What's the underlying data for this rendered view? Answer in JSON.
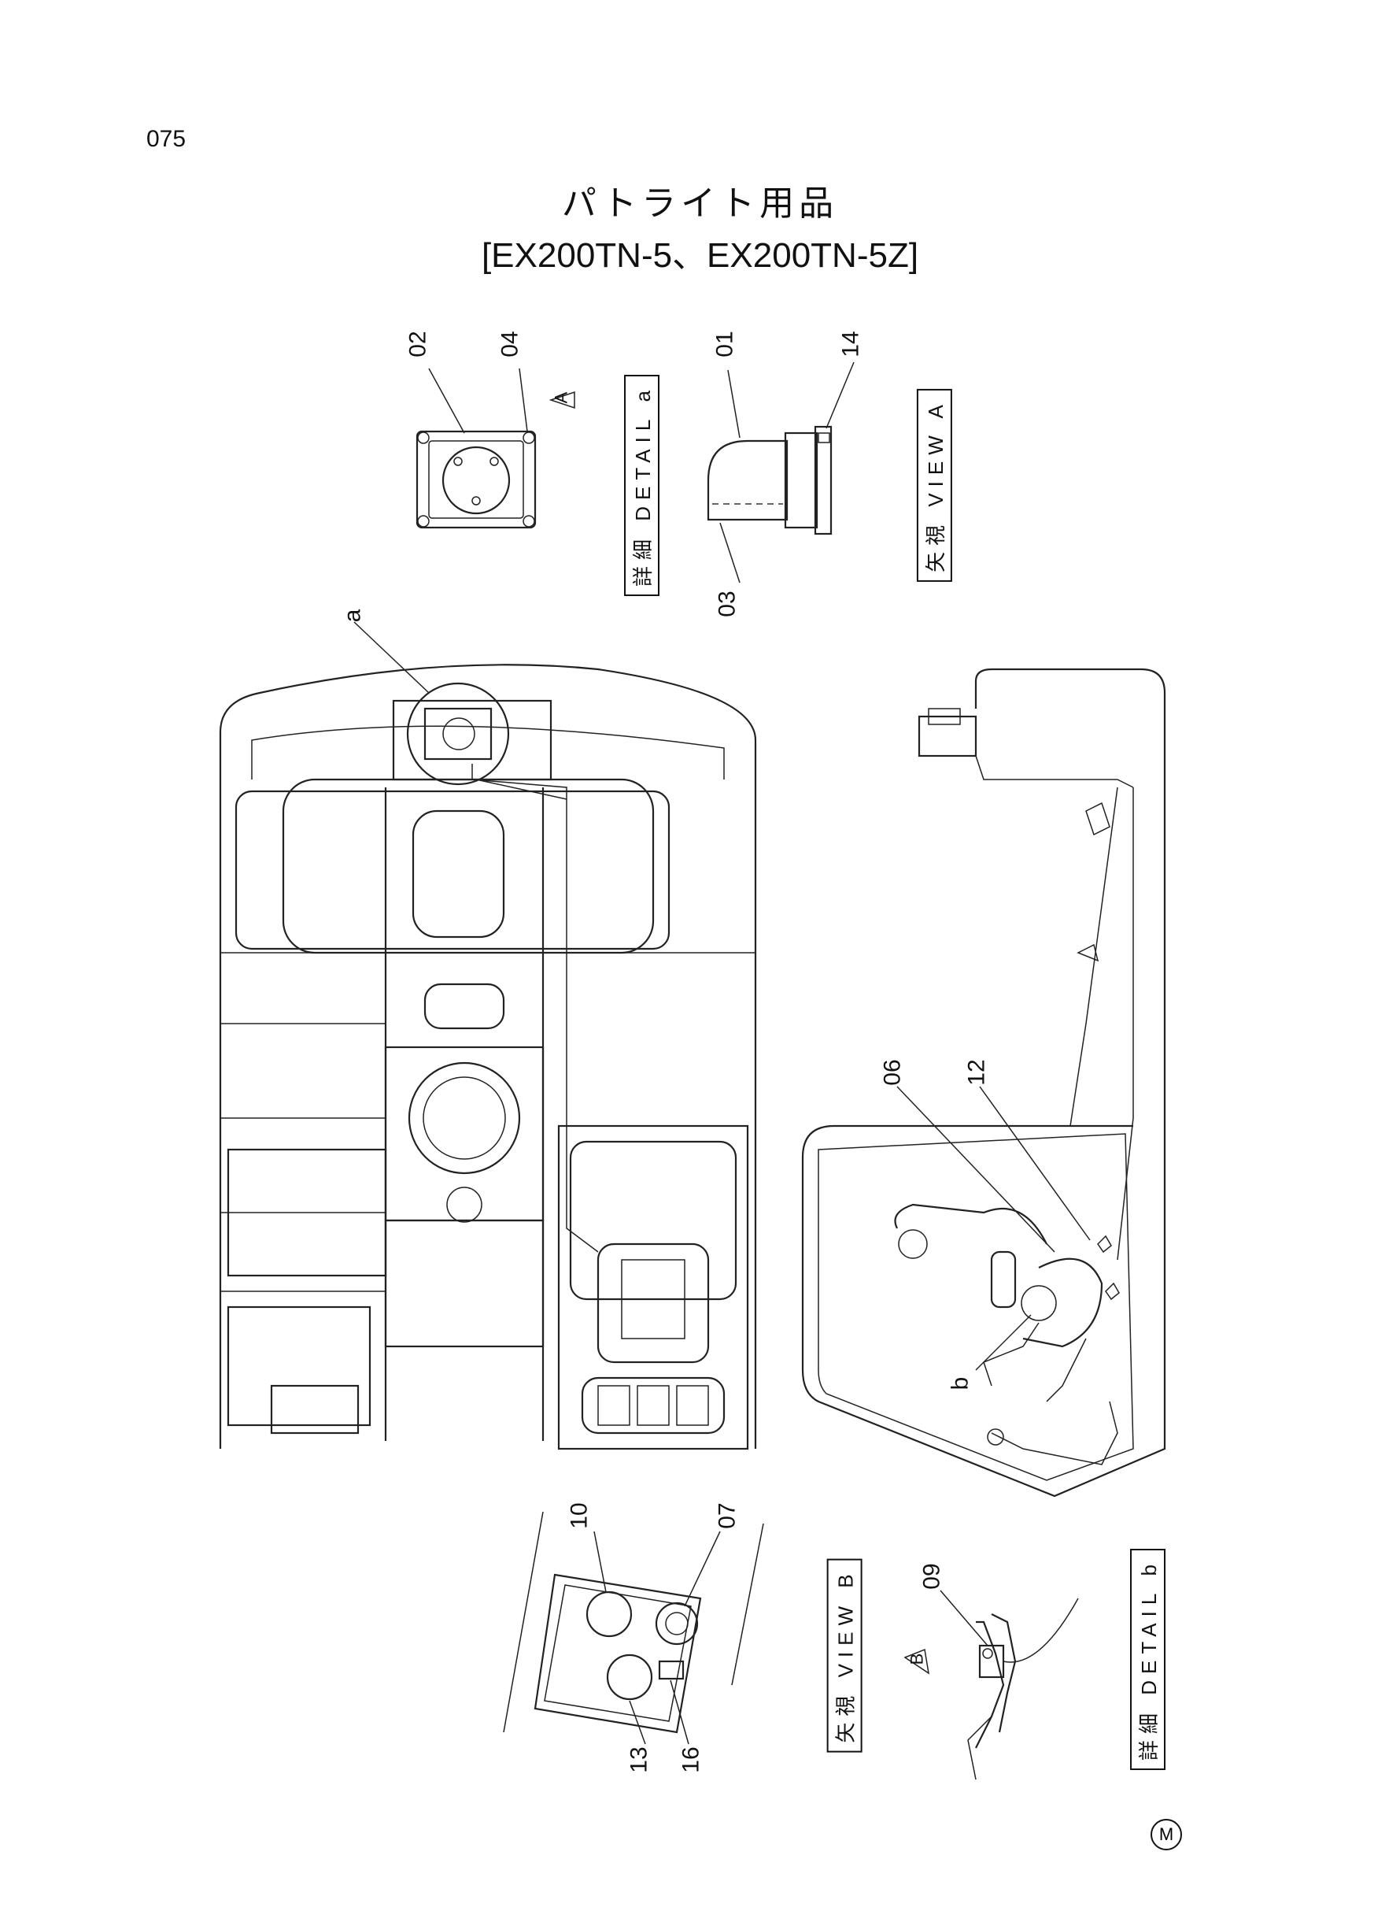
{
  "page_number": "075",
  "title": {
    "jp": "パトライト用品",
    "models": "[EX200TN-5、EX200TN-5Z]"
  },
  "callouts": {
    "c01": "01",
    "c02": "02",
    "c03": "03",
    "c04": "04",
    "c06": "06",
    "c07": "07",
    "c09": "09",
    "c10": "10",
    "c12": "12",
    "c13": "13",
    "c14": "14",
    "c16": "16",
    "a": "a",
    "b": "b"
  },
  "labels": {
    "detail_a": "詳細 DETAIL a",
    "view_a": "矢視 VIEW A",
    "view_b": "矢視 VIEW B",
    "detail_b": "詳細 DETAIL b",
    "arrow_a": "A",
    "arrow_b": "B",
    "mark": "M"
  }
}
